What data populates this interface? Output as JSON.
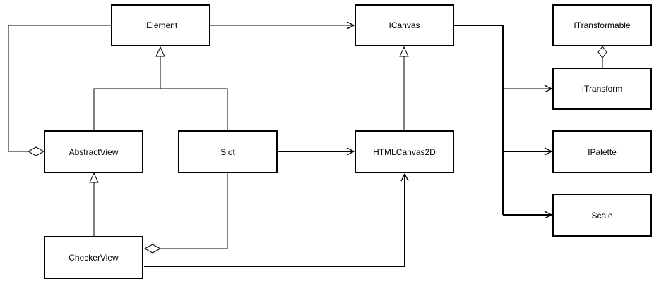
{
  "nodes": {
    "ielement": "IElement",
    "icanvas": "ICanvas",
    "itransformable": "ITransformable",
    "itransform": "ITransform",
    "abstractview": "AbstractView",
    "slot": "Slot",
    "htmlcanvas2d": "HTMLCanvas2D",
    "ipalette": "IPalette",
    "scale": "Scale",
    "checkerview": "CheckerView"
  },
  "relationships": [
    {
      "from": "IElement",
      "to": "ICanvas",
      "kind": "association"
    },
    {
      "from": "AbstractView",
      "to": "IElement",
      "kind": "generalization"
    },
    {
      "from": "Slot",
      "to": "IElement",
      "kind": "generalization"
    },
    {
      "from": "AbstractView",
      "to": "IElement",
      "kind": "aggregation"
    },
    {
      "from": "HTMLCanvas2D",
      "to": "ICanvas",
      "kind": "generalization"
    },
    {
      "from": "Slot",
      "to": "HTMLCanvas2D",
      "kind": "association"
    },
    {
      "from": "CheckerView",
      "to": "AbstractView",
      "kind": "generalization"
    },
    {
      "from": "CheckerView",
      "to": "Slot",
      "kind": "aggregation"
    },
    {
      "from": "CheckerView",
      "to": "HTMLCanvas2D",
      "kind": "association"
    },
    {
      "from": "ICanvas",
      "to": "ITransform",
      "kind": "association"
    },
    {
      "from": "ICanvas",
      "to": "IPalette",
      "kind": "association"
    },
    {
      "from": "ICanvas",
      "to": "Scale",
      "kind": "association"
    },
    {
      "from": "ITransformable",
      "to": "ITransform",
      "kind": "aggregation"
    }
  ]
}
